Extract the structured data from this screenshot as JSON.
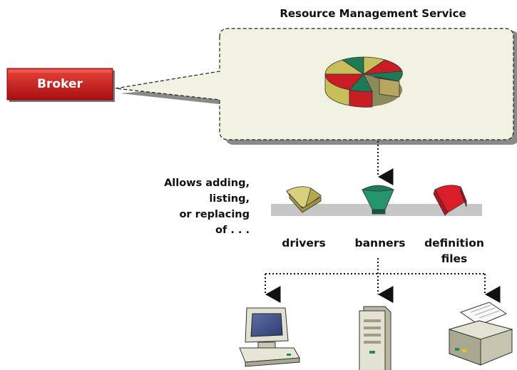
{
  "service": {
    "title": "Resource Management Service"
  },
  "broker": {
    "label": "Broker"
  },
  "description": {
    "lines": [
      "Allows adding,",
      "listing,",
      "or replacing",
      "of . . ."
    ]
  },
  "resources": [
    {
      "name": "drivers"
    },
    {
      "name": "banners"
    },
    {
      "name": "definition files",
      "lines": [
        "definition",
        "files"
      ]
    }
  ],
  "colors": {
    "broker": "#cc1f1f",
    "drivers": "#c9bf5a",
    "banners": "#1e7a55",
    "definitions": "#d91e2a",
    "callout_fill": "#f2f2e2"
  },
  "devices": [
    "workstation-icon",
    "server-icon",
    "printer-icon"
  ]
}
